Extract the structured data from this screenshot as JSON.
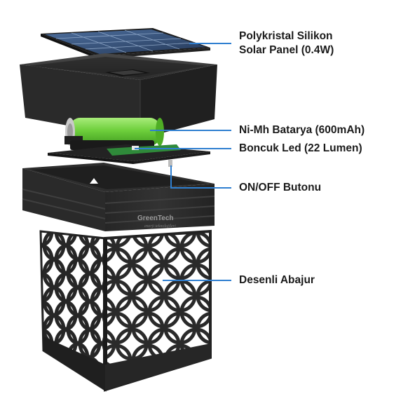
{
  "brand": {
    "logo_text": "GreenTech",
    "tagline": "enerji teknolojileri"
  },
  "colors": {
    "leader_line": "#2f7fd0",
    "housing": "#2b2b2b",
    "battery": "#6ecf3c",
    "pcb": "#2f8a3a",
    "solar_cell": "#3a5a8c"
  },
  "callouts": [
    {
      "id": "solar-panel",
      "lines": [
        "Polykristal Silikon",
        "Solar Panel (0.4W)"
      ]
    },
    {
      "id": "battery",
      "lines": [
        "Ni-Mh Batarya (600mAh)"
      ]
    },
    {
      "id": "led",
      "lines": [
        "Boncuk Led (22 Lumen)"
      ]
    },
    {
      "id": "switch",
      "lines": [
        "ON/OFF Butonu"
      ]
    },
    {
      "id": "shade",
      "lines": [
        "Desenli Abajur"
      ]
    }
  ]
}
